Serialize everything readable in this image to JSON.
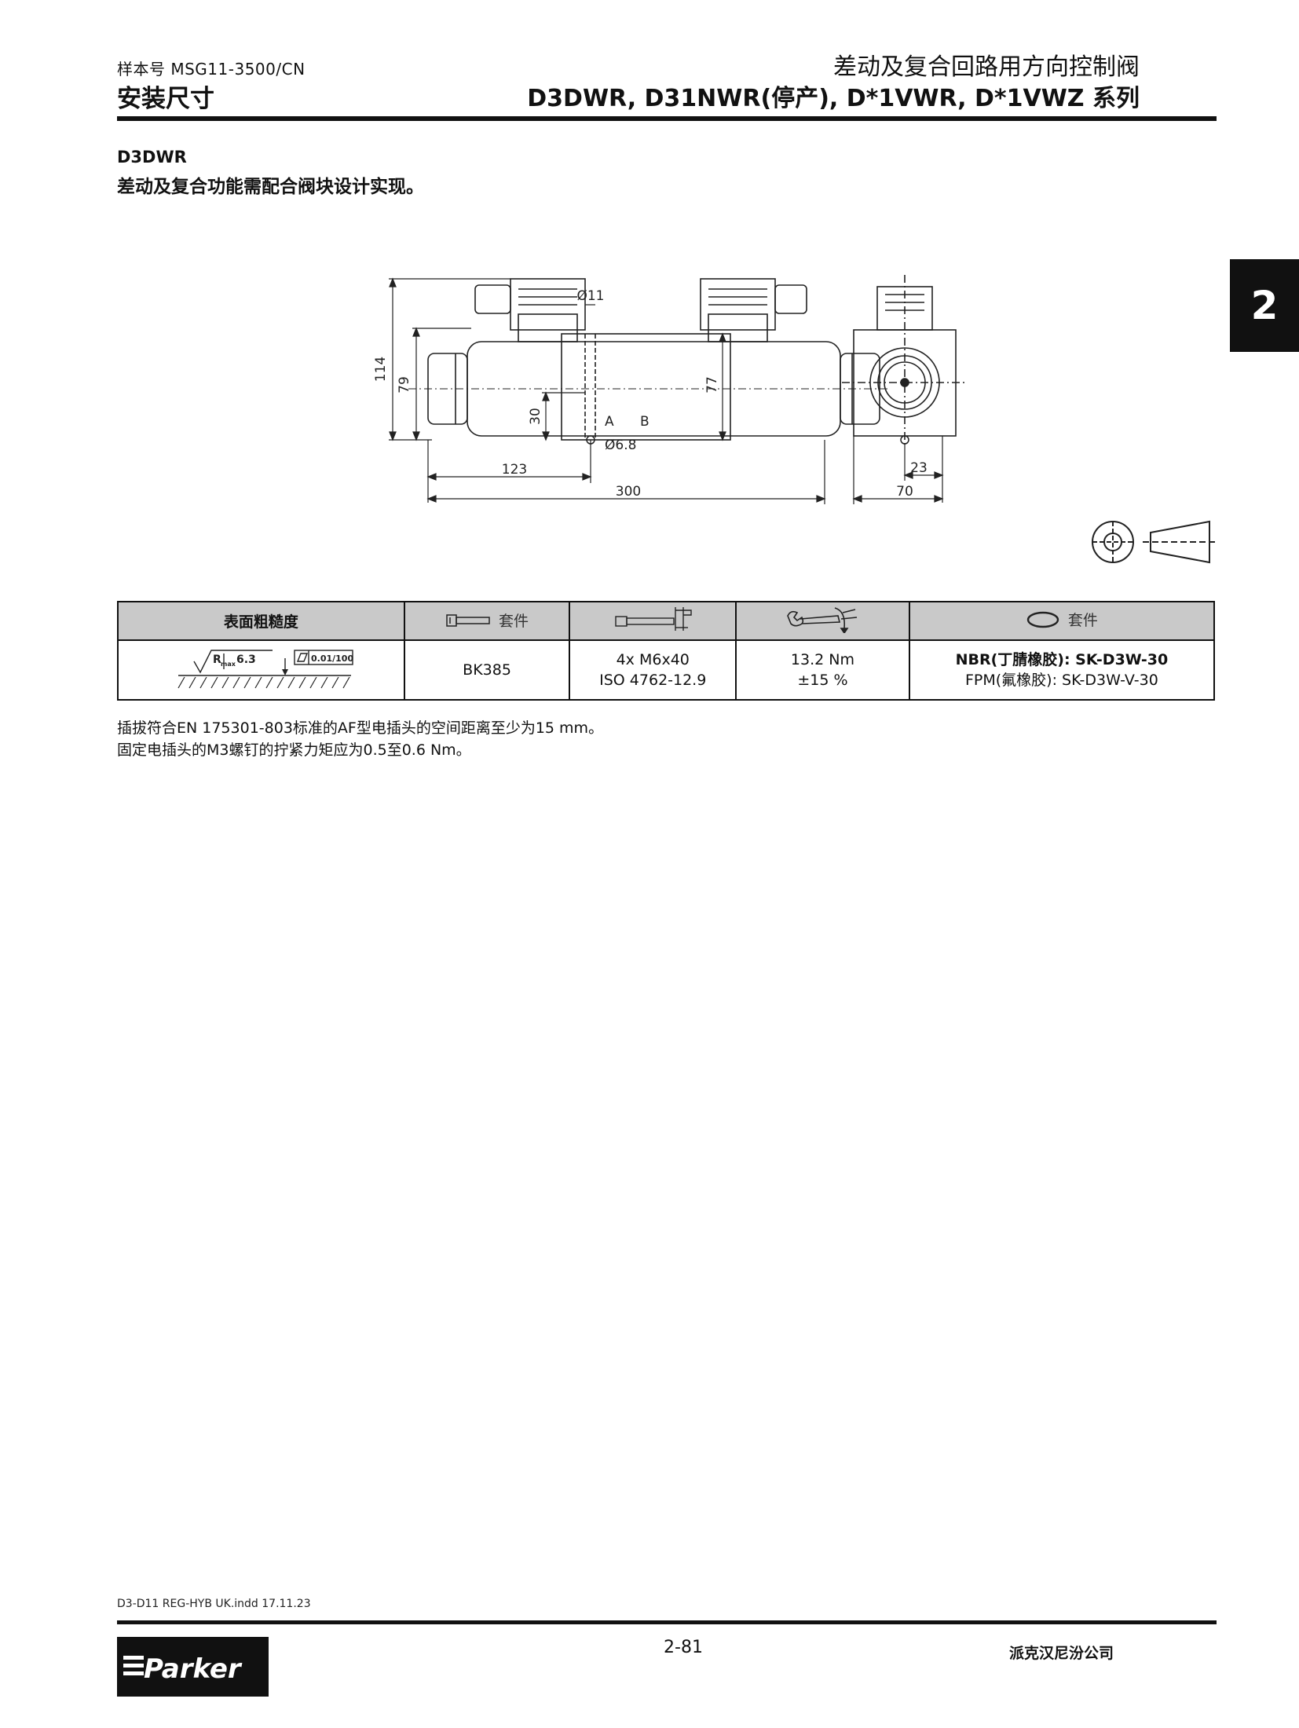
{
  "header": {
    "catalog": "样本号 MSG11-3500/CN",
    "section": "安装尺寸",
    "title_line1": "差动及复合回路用方向控制阀",
    "title_line2": "D3DWR, D31NWR(停产), D*1VWR, D*1VWZ 系列"
  },
  "chapter_tab": "2",
  "content": {
    "model": "D3DWR",
    "subtitle": "差动及复合功能需配合阀块设计实现。"
  },
  "drawing": {
    "dim_114": "114",
    "dim_79": "79",
    "dim_77": "77",
    "dim_30": "30",
    "dim_d11": "Ø11",
    "dim_d68": "Ø6.8",
    "port_a": "A",
    "port_b": "B",
    "dim_123": "123",
    "dim_300": "300",
    "dim_23": "23",
    "dim_70": "70"
  },
  "table": {
    "headers": [
      "表面粗糙度",
      "套件",
      "",
      "",
      "套件"
    ],
    "roughness": {
      "rmax": "6.3",
      "flatness": "0.01/100"
    },
    "bolt_kit": "BK385",
    "screws": [
      "4x M6x40",
      "ISO 4762-12.9"
    ],
    "torque": [
      "13.2 Nm",
      "±15 %"
    ],
    "seals": [
      "NBR(丁腈橡胶): SK-D3W-30",
      "FPM(氟橡胶): SK-D3W-V-30"
    ]
  },
  "notes": [
    "插拔符合EN 175301-803标准的AF型电插头的空间距离至少为15 mm。",
    "固定电插头的M3螺钉的拧紧力矩应为0.5至0.6 Nm。"
  ],
  "footer": {
    "file": "D3-D11 REG-HYB UK.indd 17.11.23",
    "page": "2-81",
    "company": "派克汉尼汾公司",
    "logo": "Parker"
  }
}
